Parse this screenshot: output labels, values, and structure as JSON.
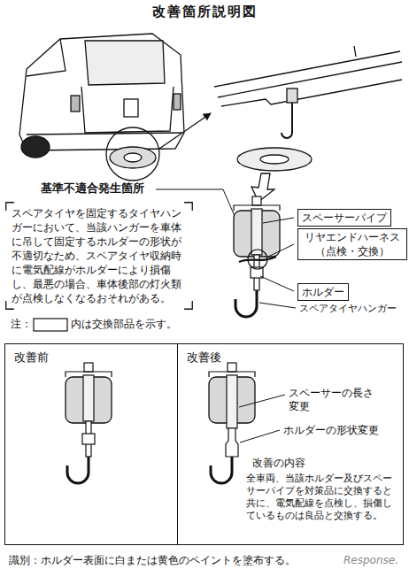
{
  "diagram": {
    "title": "改善箇所説明図",
    "nodes": [
      {
        "text": [
          "基準不適合発生箇所",
          "スペアタイヤを固定するタイヤハンガーにおいて、当該ハンガーを車体に吊して固定するホルダーの形状が不適切なため、スペアタイヤ収納時に電気配線がホルダーにより損傷し、最悪の場合、車体後部の灯火類が点検しなくなるおそれがある。"
        ]
      },
      {
        "text": [
          "スペーサーパイプ"
        ]
      },
      {
        "text": [
          "リヤエンドハーネス （点検・交換）"
        ]
      },
      {
        "text": [
          "ホルダー"
        ]
      },
      {
        "text": [
          "改善前"
        ]
      },
      {
        "text": [
          "改善後"
        ]
      }
    ],
    "labels": [
      "スペアタイヤハンガー",
      "注：",
      "内は交換部品を示す。",
      "スペーサーの長さ変更",
      "ホルダーの形状変更",
      "改善の内容",
      "全車両、当該ホルダー及びスペーサーパイプを対策品に交換すると共に、電気配線を点検し、損傷しているものは良品と交換する。",
      "識別：ホルダー表面に白または黄色のペイントを塗布する。",
      "Response."
    ]
  }
}
